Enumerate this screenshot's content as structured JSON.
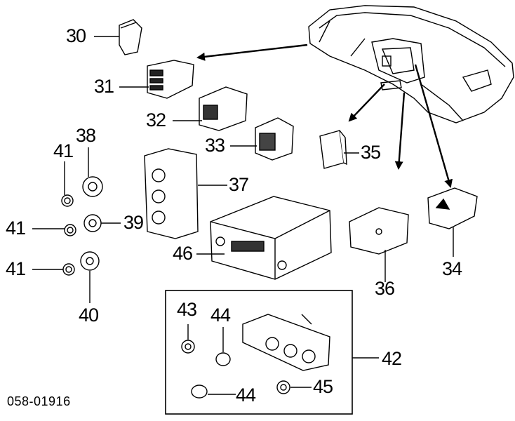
{
  "diagram": {
    "code": "058-01916",
    "labels": {
      "p30": "30",
      "p31": "31",
      "p32": "32",
      "p33": "33",
      "p34": "34",
      "p35": "35",
      "p36": "36",
      "p37": "37",
      "p38": "38",
      "p39": "39",
      "p40": "40",
      "p41a": "41",
      "p41b": "41",
      "p41c": "41",
      "p42": "42",
      "p43": "43",
      "p44a": "44",
      "p44b": "44",
      "p45": "45",
      "p46": "46"
    }
  }
}
